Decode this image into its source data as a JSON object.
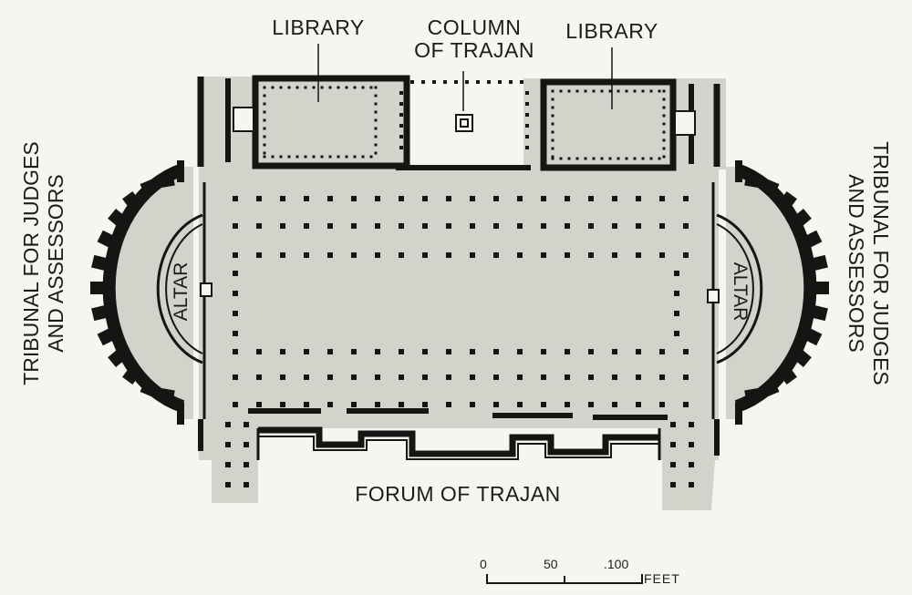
{
  "labels": {
    "library_left": "LIBRARY",
    "column_line1": "COLUMN",
    "column_line2": "OF TRAJAN",
    "library_right": "LIBRARY",
    "tribunal_line1": "TRIBUNAL FOR JUDGES",
    "tribunal_line2": "AND ASSESSORS",
    "altar": "ALTAR",
    "forum": "FORUM OF TRAJAN"
  },
  "scale": {
    "tick_0": "0",
    "tick_50": "50",
    "tick_100": ".100",
    "unit": "FEET"
  },
  "colors": {
    "floor": "#d3d3cc",
    "wall": "#151513",
    "background": "#f6f5ef"
  }
}
